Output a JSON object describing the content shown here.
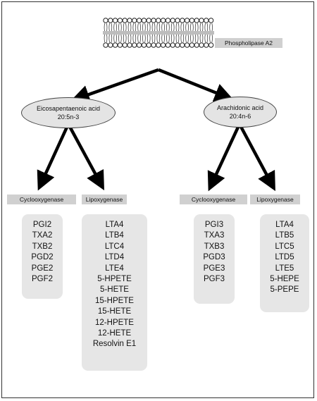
{
  "membrane_label": "Phospholipase A2",
  "acids": {
    "epa": {
      "name": "Eicosapentaenoic acid",
      "formula": "20:5n-3"
    },
    "aa": {
      "name": "Arachidonic acid",
      "formula": "20:4n-6"
    }
  },
  "enzymes": {
    "left_cox": "Cyclooxygenase",
    "left_lox": "Lipoxygenase",
    "right_cox": "Cyclooxygenase",
    "right_lox": "Lipoxygenase"
  },
  "products": {
    "left_cox": [
      "PGI2",
      "TXA2",
      "TXB2",
      "PGD2",
      "PGE2",
      "PGF2"
    ],
    "left_lox": [
      "LTA4",
      "LTB4",
      "LTC4",
      "LTD4",
      "LTE4",
      "5-HPETE",
      "5-HETE",
      "15-HPETE",
      "15-HETE",
      "12-HPETE",
      "12-HETE",
      "Resolvin E1"
    ],
    "right_cox": [
      "PGI3",
      "TXA3",
      "TXB3",
      "PGD3",
      "PGE3",
      "PGF3"
    ],
    "right_lox": [
      "LTA4",
      "LTB5",
      "LTC5",
      "LTD5",
      "LTE5",
      "5-HEPE",
      "5-PEPE"
    ]
  }
}
